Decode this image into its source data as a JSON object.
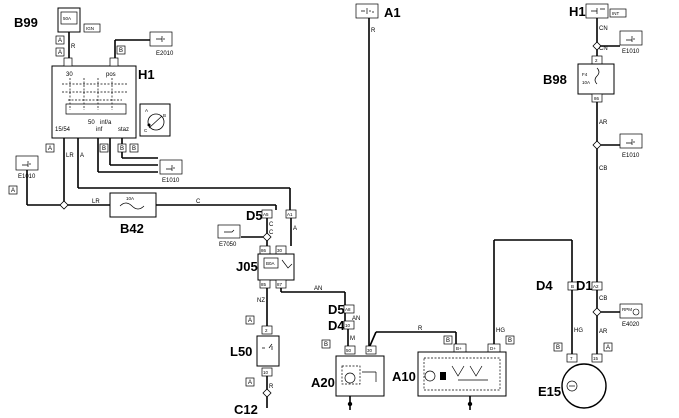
{
  "components": {
    "b99": {
      "id": "B99",
      "fuse": "50A",
      "ign": "IGN"
    },
    "h1_top_right": {
      "id": "H1",
      "int": "INT"
    },
    "a1_top": {
      "id": "A1"
    },
    "h1": {
      "id": "H1",
      "pins": [
        "30",
        "pos",
        "15/54",
        "50",
        "inf/a",
        "inf",
        "staz"
      ],
      "key_marks": [
        "A",
        "B",
        "C"
      ]
    },
    "b42": {
      "id": "B42",
      "fuse": "10A"
    },
    "b98": {
      "id": "B98",
      "fuse_line1": "F4",
      "fuse_line2": "10A"
    },
    "d5_left": {
      "id": "D5",
      "pins": [
        "A5",
        "A1"
      ]
    },
    "j05": {
      "id": "J05",
      "relay": "B0A",
      "pins": [
        "86",
        "30",
        "85",
        "87"
      ]
    },
    "l50": {
      "id": "L50",
      "pins": [
        "2",
        "10"
      ]
    },
    "c12": {
      "id": "C12"
    },
    "d5_mid": {
      "id": "D5",
      "pin": "A8"
    },
    "d4_mid": {
      "id": "D4",
      "pin": "10"
    },
    "a20": {
      "id": "A20",
      "pins": [
        "50",
        "30"
      ]
    },
    "a10": {
      "id": "A10",
      "pins": [
        "B+",
        "D+"
      ]
    },
    "d4_right": {
      "id": "D4",
      "pin": "B"
    },
    "d1": {
      "id": "D1",
      "pin": "A2"
    },
    "e15": {
      "id": "E15",
      "pins": [
        "7",
        "15"
      ]
    }
  },
  "wire_codes": [
    "R",
    "CN",
    "AR",
    "CB",
    "LR",
    "A",
    "C",
    "NZ",
    "AN",
    "M",
    "HG",
    "N",
    "B",
    "R",
    "R"
  ],
  "ground_refs": [
    "E2010",
    "E1010",
    "E1010",
    "E1010",
    "E1010",
    "E7050",
    "E4020"
  ],
  "connector_tags": [
    "A",
    "B",
    "A",
    "B",
    "A",
    "B",
    "B",
    "B",
    "A",
    "A",
    "A",
    "B",
    "A",
    "B",
    "B",
    "A"
  ],
  "gauge_label": "RPM"
}
